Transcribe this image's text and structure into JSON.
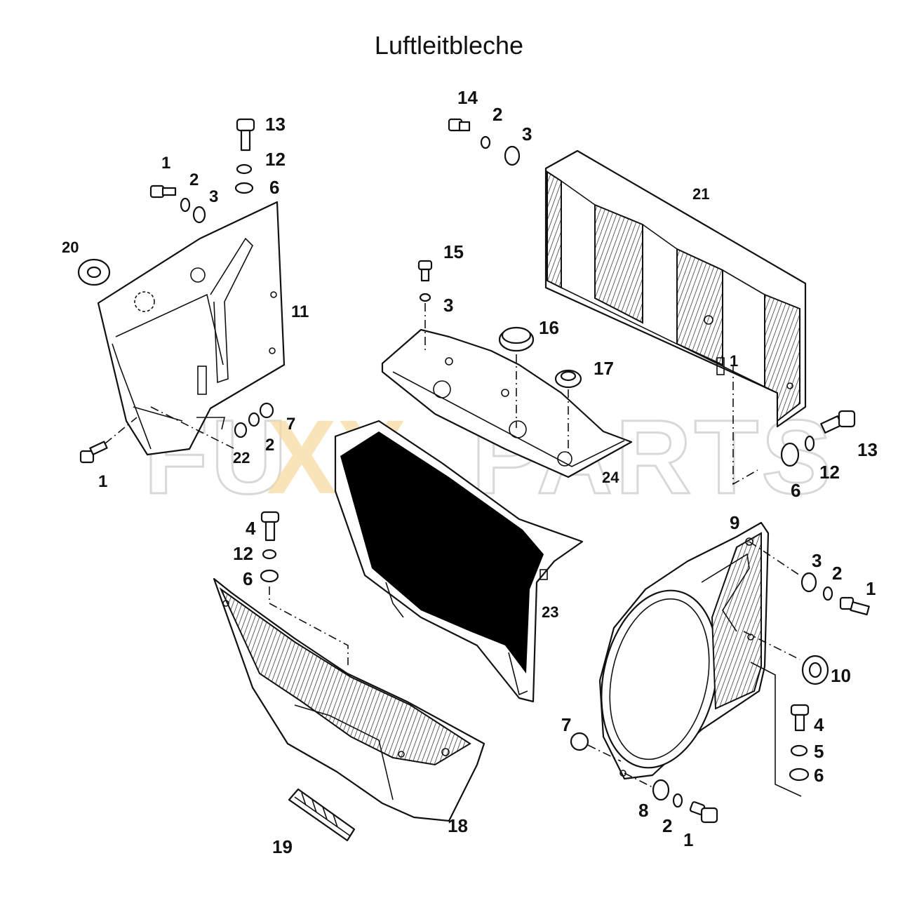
{
  "title": "Luftleitbleche",
  "watermark": {
    "text_left": "FU",
    "text_x": "XX",
    "text_right": "PARTS"
  },
  "labels": {
    "p11_1a": "1",
    "p11_2": "2",
    "p11_3": "3",
    "p11_13": "13",
    "p11_12": "12",
    "p11_6": "6",
    "p11_20": "20",
    "p11_11": "11",
    "p11_1b": "1",
    "p11_22": "22",
    "p11_2b": "2",
    "p11_7": "7",
    "p21_14": "14",
    "p21_2": "2",
    "p21_3": "3",
    "p21_21": "21",
    "p21_1": "1",
    "p21_13": "13",
    "p21_12": "12",
    "p21_6": "6",
    "p24_15": "15",
    "p24_3": "3",
    "p24_16": "16",
    "p24_17": "17",
    "p24_24": "24",
    "p23_23": "23",
    "p18_4": "4",
    "p18_12": "12",
    "p18_6": "6",
    "p18_18": "18",
    "p18_19": "19",
    "p9_9": "9",
    "p9_3": "3",
    "p9_2": "2",
    "p9_1": "1",
    "p9_10": "10",
    "p9_4": "4",
    "p9_5": "5",
    "p9_6": "6",
    "p9_7": "7",
    "p9_8": "8",
    "p9_2b": "2",
    "p9_1b": "1"
  }
}
